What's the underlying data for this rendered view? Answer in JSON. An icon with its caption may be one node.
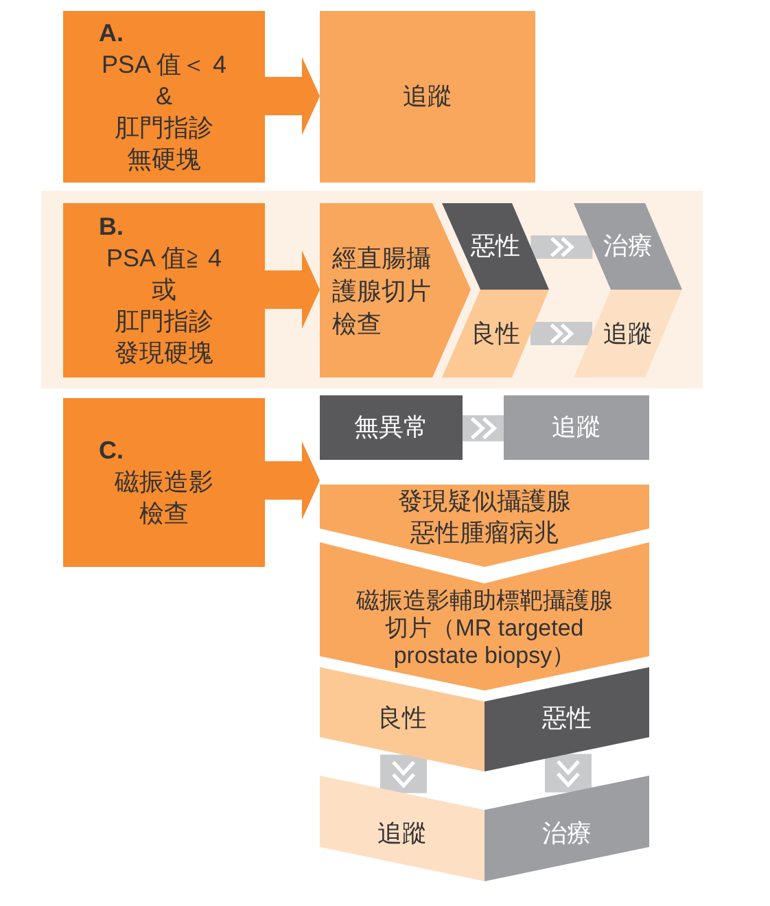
{
  "diagram": {
    "nodes": [
      {
        "text": [
          "A.",
          "PSA 值＜ 4",
          "&",
          "肛門指診無硬塊"
        ]
      },
      {
        "text": [
          "追蹤"
        ]
      },
      {
        "text": [],
        "shape": "band"
      },
      {
        "text": [
          "B.",
          "PSA 值≧ 4",
          "或",
          "肛門指診發現硬塊"
        ],
        "in": 2
      },
      {
        "text": [
          "經直腸攝護腺切片檢查"
        ],
        "in": 2
      },
      {
        "text": [
          "惡性"
        ],
        "in": 2
      },
      {
        "text": [
          "治療"
        ],
        "in": 2
      },
      {
        "text": [
          "良性"
        ],
        "in": 2
      },
      {
        "text": [
          "追蹤"
        ],
        "in": 2
      },
      {
        "text": [
          "C.",
          "磁振造影檢查"
        ]
      },
      {
        "text": [
          "無異常"
        ]
      },
      {
        "text": [
          "追蹤"
        ]
      },
      {
        "text": [
          "發現疑似攝護腺惡性腫瘤病兆"
        ]
      },
      {
        "text": [
          "磁振造影輔助標靶攝護腺切片（MR targeted prostate biopsy）"
        ]
      },
      {
        "text": [
          "良性"
        ]
      },
      {
        "text": [
          "惡性"
        ]
      },
      {
        "text": [
          "追蹤"
        ]
      },
      {
        "text": [
          "治療"
        ]
      }
    ],
    "edges": [
      {
        "from": 0,
        "to": 1,
        "arrow": "to",
        "color": "#f68b2f"
      },
      {
        "from": 3,
        "to": 4,
        "arrow": "to",
        "color": "#f68b2f"
      },
      {
        "from": 5,
        "to": 6,
        "arrow": "to"
      },
      {
        "from": 7,
        "to": 8,
        "arrow": "to"
      },
      {
        "from": 9,
        "to": 10,
        "arrow": "to",
        "color": "#f68b2f"
      },
      {
        "from": 9,
        "to": 12,
        "arrow": "to",
        "color": "#f68b2f"
      },
      {
        "from": 10,
        "to": 11,
        "arrow": "to"
      },
      {
        "from": 14,
        "to": 16,
        "arrow": "to"
      },
      {
        "from": 15,
        "to": 17,
        "arrow": "to"
      }
    ]
  }
}
